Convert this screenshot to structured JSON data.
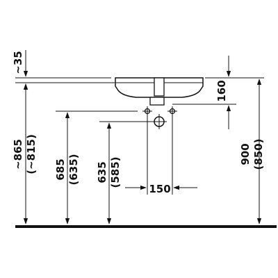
{
  "dimensions": {
    "top_offset": "~35",
    "sink_height": "160",
    "total_height_left": "~865",
    "total_height_left_alt": "(~815)",
    "height_left_inner": "685",
    "height_left_inner_alt": "(635)",
    "height_center": "635",
    "height_center_alt": "(585)",
    "total_height_right": "900",
    "total_height_right_alt": "(850)",
    "tap_spacing": "150"
  },
  "colors": {
    "line": "#111111",
    "background": "#ffffff"
  }
}
